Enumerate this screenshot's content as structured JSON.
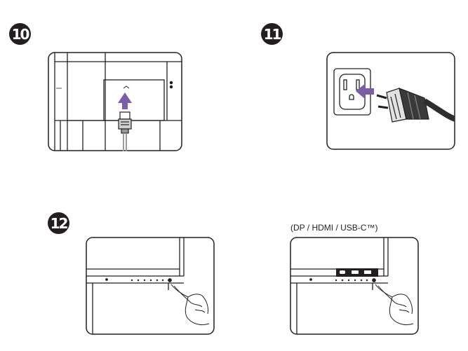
{
  "steps": [
    {
      "number": "10"
    },
    {
      "number": "11"
    },
    {
      "number": "12"
    }
  ],
  "port_caption": "(DP / HDMI / USB-C™)",
  "colors": {
    "outline": "#231f20",
    "arrow": "#7a5fa6",
    "plug_dark": "#2e2e2e",
    "background": "#ffffff"
  },
  "icons": [
    "power-connector-icon",
    "wall-outlet-icon",
    "power-plug-icon",
    "pointing-hand-icon",
    "power-button-icon"
  ]
}
